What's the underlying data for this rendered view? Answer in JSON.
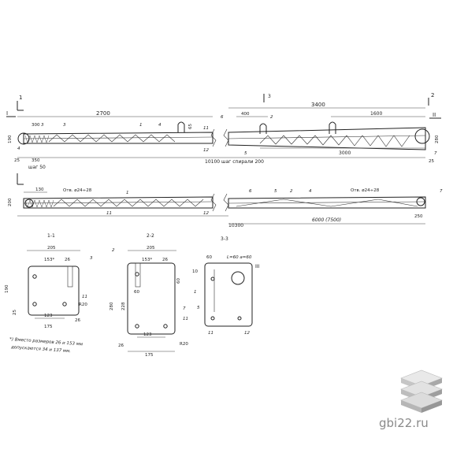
{
  "top_beam": {
    "section_mark_left": "1",
    "section_mark_left_b": "I",
    "section_mark_mid": "3",
    "section_mark_right": "2",
    "section_mark_right_b": "II",
    "dim_2700": "2700",
    "dim_3400": "3400",
    "dim_400": "400",
    "dim_1600": "1600",
    "dim_300": "300",
    "dim_350": "350",
    "dim_25_left": "25",
    "dim_25_right": "25",
    "dim_190": "190",
    "dim_280": "280",
    "dim_65": "65",
    "dim_3000": "3000",
    "step_50": "шаг 50",
    "spiral": "10100 шаг спирали 200",
    "callouts": [
      "3",
      "3",
      "1",
      "4",
      "11",
      "6",
      "2",
      "12",
      "5",
      "7",
      "4"
    ]
  },
  "bottom_beam": {
    "hole_left": "Отв. ø24÷28",
    "hole_right": "Отв. ø24÷28",
    "dim_130": "130",
    "dim_200": "200",
    "dim_10300": "10300",
    "dim_6000": "6000 (7500)",
    "dim_250": "250",
    "callouts": [
      "1",
      "11",
      "12",
      "6",
      "5",
      "2",
      "4",
      "7"
    ]
  },
  "sections": {
    "s11": {
      "title": "1-1",
      "dims": [
        "205",
        "153*",
        "26",
        "190",
        "25",
        "123",
        "175",
        "26"
      ],
      "callouts": [
        "3",
        "11",
        "R20"
      ]
    },
    "s22": {
      "title": "2-2",
      "dims": [
        "205",
        "153*",
        "26",
        "60",
        "228",
        "280",
        "123",
        "26",
        "175",
        "60"
      ],
      "callouts": [
        "2",
        "7",
        "11",
        "R20"
      ]
    },
    "s33": {
      "title": "3-3",
      "dims": [
        "60",
        "L=60 a=60",
        "10"
      ],
      "callouts": [
        "III",
        "1",
        "5",
        "11",
        "12"
      ]
    }
  },
  "note_line1": "*) Вместо размеров 26 и 153 мм",
  "note_line2": "допускаются 34 и 137 мм.",
  "logo": {
    "text": "gbi22.ru"
  }
}
